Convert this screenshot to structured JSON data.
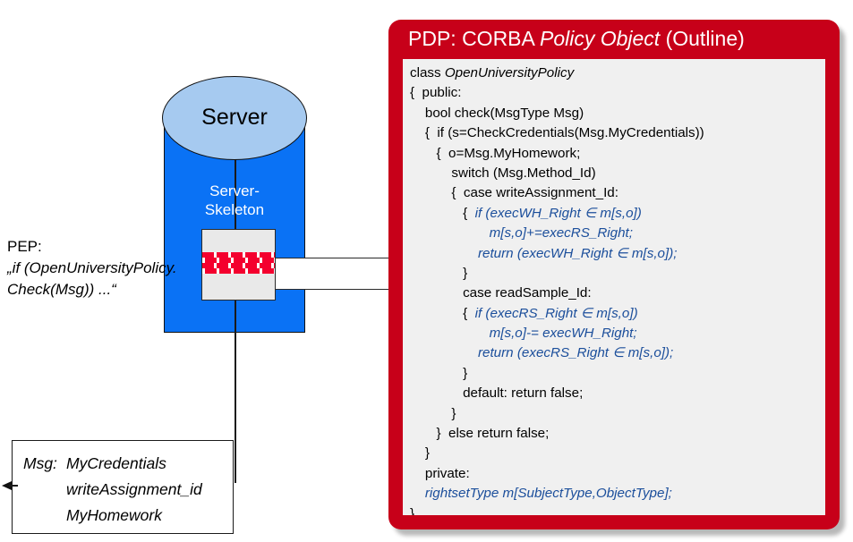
{
  "diagram": {
    "server": {
      "top_label": "Server",
      "skeleton_label_line1": "Server-",
      "skeleton_label_line2": "Skeleton",
      "body_color": "#0A72F5",
      "top_color": "#A6CAF0"
    },
    "pep": {
      "heading": "PEP:",
      "line1": "„if (OpenUniversityPolicy.",
      "line2": "Check(Msg)) ...“"
    },
    "msg_box": {
      "label": "Msg:",
      "values": [
        "MyCredentials",
        "writeAssignment_id",
        "MyHomework"
      ]
    },
    "pdp": {
      "title_prefix": "PDP: CORBA ",
      "title_italic": "Policy Object",
      "title_suffix": " (Outline)",
      "panel_color": "#C70019",
      "code_bg_color": "#F0F0F0",
      "code_keyword_color": "#1B4E9B",
      "code_lines": [
        {
          "text": "class OpenUniversityPolicy",
          "style": "mixed-class"
        },
        {
          "text": "{  public:",
          "style": "plain"
        },
        {
          "text": "    bool check(MsgType Msg)",
          "style": "plain"
        },
        {
          "text": "    {  if (s=CheckCredentials(Msg.MyCredentials))",
          "style": "plain"
        },
        {
          "text": "       {  o=Msg.MyHomework;",
          "style": "plain"
        },
        {
          "text": "           switch (Msg.Method_Id)",
          "style": "plain"
        },
        {
          "text": "           {  case writeAssignment_Id:",
          "style": "plain"
        },
        {
          "text": "              {  if (execWH_Right ∈ m[s,o])",
          "style": "blue-partial-1"
        },
        {
          "text": "                     m[s,o]+=execRS_Right;",
          "style": "blue"
        },
        {
          "text": "                  return (execWH_Right ∈ m[s,o]);",
          "style": "blue"
        },
        {
          "text": "              }",
          "style": "plain"
        },
        {
          "text": "              case readSample_Id:",
          "style": "plain"
        },
        {
          "text": "              {  if (execRS_Right ∈ m[s,o])",
          "style": "blue-partial-1"
        },
        {
          "text": "                     m[s,o]-= execWH_Right;",
          "style": "blue"
        },
        {
          "text": "                  return (execRS_Right ∈ m[s,o]);",
          "style": "blue"
        },
        {
          "text": "              }",
          "style": "plain"
        },
        {
          "text": "              default: return false;",
          "style": "plain"
        },
        {
          "text": "           }",
          "style": "plain"
        },
        {
          "text": "       }  else return false;",
          "style": "plain"
        },
        {
          "text": "    }",
          "style": "plain"
        },
        {
          "text": "    private:",
          "style": "plain"
        },
        {
          "text": "    rightsetType m[SubjectType,ObjectType];",
          "style": "blue"
        },
        {
          "text": "}",
          "style": "plain"
        }
      ]
    },
    "icons": {
      "firewall": "firewall-brick-icon",
      "arrow_up": "arrow-up-icon",
      "arrow_left": "arrow-left-icon"
    }
  }
}
